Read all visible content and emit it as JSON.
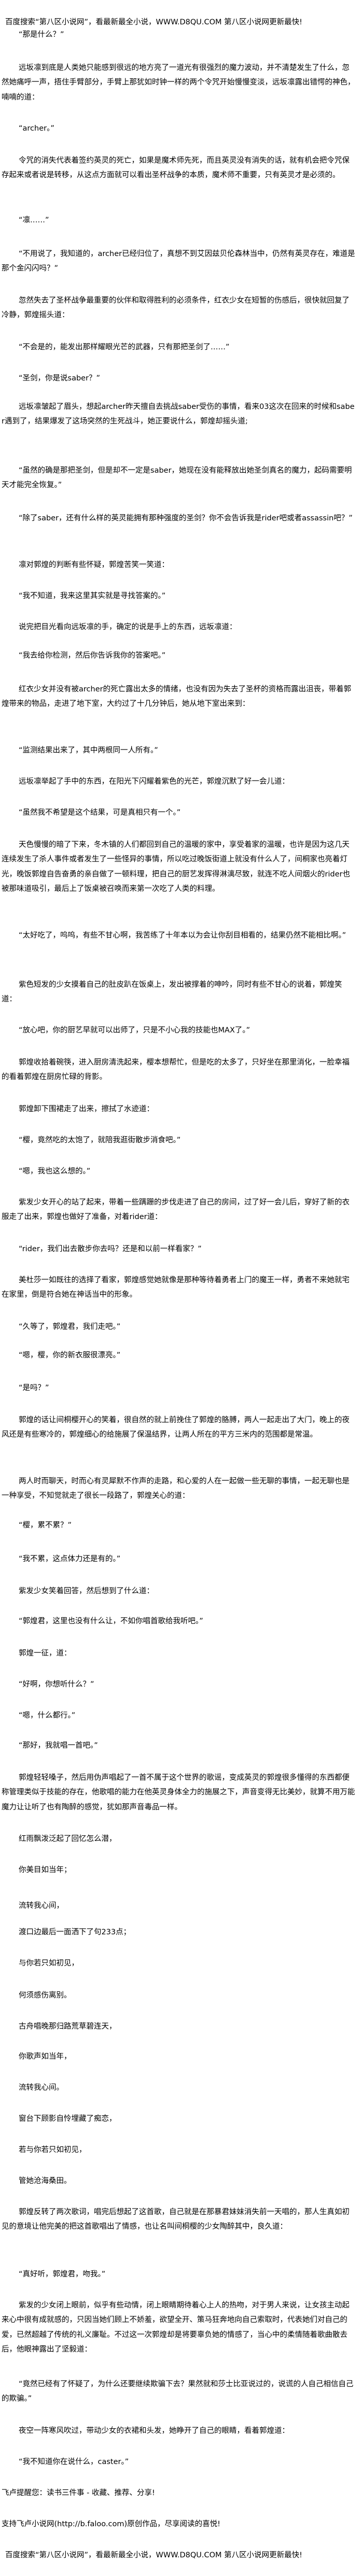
{
  "header_banner": "百度搜索“第八区小说网”，看最新最全小说，WWW.D8QU.COM  第八区小说网更新最快!",
  "paragraphs": [
    "“那是什么？”",
    "远坂凛到底是人类她只能感到很远的地方亮了一道光有很强烈的魔力波动，并不清楚发生了什么，忽然她痛呼一声，捂住手臂部分，手臂上那犹如时钟一样的两个令咒开始慢慢变淡，远坂凛露出错愕的神色，喃喃的道：",
    "“archer。”",
    "令咒的消失代表着签约英灵的死亡，如果是魔术师先死，而且英灵没有消失的话，就有机会把令咒保存起来或者说是转移，从这点方面就可以看出圣杯战争的本质，魔术师不重要，只有英灵才是必须的。",
    "“凛……”",
    "“不用说了，我知道的，archer已经归位了，真想不到艾因兹贝伦森林当中，仍然有英灵存在，难道是那个金闪闪吗？”",
    "忽然失去了圣杯战争最重要的伙伴和取得胜利的必须条件，红衣少女在短暂的伤感后，很快就回复了冷静，郭煌摇头道：",
    "“不会是的，能发出那样耀眼光芒的武器，只有那把圣剑了……”",
    "“圣剑，你是说saber？”",
    "远坂凛皱起了眉头，想起archer昨天擅自去挑战saber受伤的事情，看来03这次在回来的时候和saber遇到了，结果爆发了这场突然的生死战斗，她正要说什么，郭煌却摇头道;",
    "“虽然的确是那把圣剑，但是却不一定是saber，她现在没有能释放出她圣剑真名的魔力，起码需要明天才能完全恢复。”",
    "“除了saber，还有什么样的英灵能拥有那种强度的圣剑？你不会告诉我是rider吧或者assassin吧？”",
    "凛对郭煌的判断有些怀疑，郭煌苦笑一笑道：",
    "“我不知道，我来这里其实就是寻找答案的。”",
    "说完把目光看向远坂凛的手，确定的说是手上的东西，远坂凛道：",
    "“我去给你检测，然后你告诉我你的答案吧。”",
    "红衣少女并没有被archer的死亡露出太多的情绪，也没有因为失去了圣杯的资格而露出沮丧，带着郭煌带来的物品，走进了地下室，大约过了十几分钟后，她从地下室出来到：",
    "“监测结果出来了，其中两根同一人所有。”",
    "远坂凛举起了手中的东西，在阳光下闪耀着紫色的光芒，郭煌沉默了好一会儿道：",
    "“虽然我不希望是这个结果，可是真相只有一个。”",
    "天色慢慢的暗了下来，冬木镇的人们都回到自己的温暖的家中，享受着家的温暖，也许是因为这几天连续发生了杀人事件或者发生了一些怪异的事情，所以吃过晚饭街道上就没有什么人了，间桐家也亮着灯光，晚饭郭煌自告奋勇的亲自做了一顿料理，把自己的厨艺发挥得淋漓尽致，就连不吃人间烟火的rider也被那味道吸引，最后上了饭桌被召唤而来第一次吃了人类的料理。",
    "“太好吃了，呜呜，有些不甘心啊，我苦练了十年本以为会让你刮目相看的，结果仍然不能相比啊。”",
    "紫色短发的少女摸着自己的肚皮趴在饭桌上，发出被撑着的呻吟，同时有些不甘心的说着，郭煌笑道：",
    "“放心吧，你的厨艺早就可以出师了，只是不小心我的技能也MAX了。”",
    "郭煌收拾着碗筷，进入厨房清洗起来，樱本想帮忙，但是吃的太多了，只好坐在那里消化，一脸幸福的看着郭煌在厨房忙碌的背影。",
    "郭煌卸下围裙走了出来，擦拭了水迹道：",
    "“樱，竟然吃的太饱了，就陪我逛街散步消食吧。”",
    "“嗯，我也这么想的。”",
    "紫发少女开心的站了起来，带着一些蹒跚的步伐走进了自己的房间，过了好一会儿后，穿好了新的衣服走了出来，郭煌也做好了准备，对着rider道：",
    "“rider，我们出去散步你去吗？还是和以前一样看家？”",
    "美杜莎一如既往的选择了看家，郭煌感觉她就像是那种等待着勇者上门的魔王一样，勇者不来她就宅在家里，倒是符合她在神话当中的形象。",
    "“久等了，郭煌君，我们走吧。”",
    "“嗯，樱，你的新衣服很漂亮。”",
    "“是吗？”",
    "郭煌的话让间桐樱开心的笑着，很自然的就上前挽住了郭煌的胳膊，两人一起走出了大门，晚上的夜风还是有些寒冷的，郭煌细心的给施展了保温结界，让两人所在的平方三米内的范围都是常温。",
    "两人时而聊天，时而心有灵犀默不作声的走路，和心爱的人在一起做一些无聊的事情，一起无聊也是一种享受，不知觉就走了很长一段路了，郭煌关心的道：",
    "“樱，累不累？”",
    "“我不累，这点体力还是有的。”",
    "紫发少女笑着回答，然后想到了什么道：",
    "“郭煌君，这里也没有什么让，不如你唱首歌给我听吧。”",
    "郭煌一征，道：",
    "“好啊，你想听什么？”",
    "“嗯，什么都行。”",
    "“那好，我就唱一首吧。”",
    "郭煌轻轻嗓子，然后用伪声唱起了一首不属于这个世界的歌谣，变成英灵的郭煌很多懂得的东西都便称管理类似于技能的存在，他歌唱的能力在他英灵身体全力的施展之下，声音变得无比美妙，就算不用万能魔力让让听了也有陶醉的感觉，犹如那声音毒品一样。",
    "红雨飘泼泛起了回忆怎么潜，",
    "你美目如当年；",
    "流转我心间，",
    "渡口边最后一面洒下了句233点；",
    "与你若只如初见，",
    "何须感伤离别。",
    "古舟唱晚那归路荒草碧连天，",
    "你歌声如当年，",
    "流转我心间。",
    "窗台下顾影自怜埋藏了痴恋，",
    "若与你若只如初见，",
    "管她沧海桑田。",
    "郭煌反转了两次歌词，唱完后想起了这首歌，自己就是在那暴君妹妹消失前一天唱的，那人生真如初见的意境让他完美的把这首歌唱出了情感，也让名叫间桐樱的少女陶醉其中，良久道：",
    "“真好听，郭煌君，吻我。”",
    "紫发的少女闭上眼前，似乎有些动情，闭上眼睛期待着心上人的热吻，对于男人来说，让女孩主动起来心中很有成就感的，只因当她们顾上不娇羞，欲望全开、策马狂奔地向自己索取时，代表她们对自己的爱，已然超越了传统的礼义廉耻。不过这一次郭煌却是将要辜负她的情感了，当心中的柔情随着歌曲散去后，他眼神露出了坚毅道：",
    "“竟然已经有了怀疑了，为什么还要继续欺骗下去？果然就和莎士比亚说过的，说谎的人自己相信自己的欺骗。”",
    "夜空一阵寒风吹过，带动少女的衣裙和头发，她睁开了自己的眼睛，看着郭煌道：",
    "“我不知道你在说什么，caster。”"
  ],
  "footer": {
    "reminder": "飞卢提醒您：读书三件事 - 收藏、推荐、分享!",
    "support": "支持飞卢小说网(http://b.faloo.com)原创作品，尽享阅读的喜悦!",
    "banner": "百度搜索“第八区小说网”，看最新最全小说，WWW.D8QU.COM  第八区小说网更新最快!"
  }
}
